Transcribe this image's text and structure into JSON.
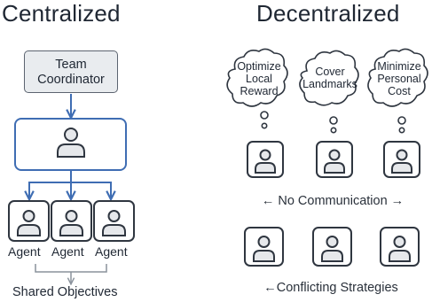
{
  "centralized": {
    "title": "Centralized",
    "coordinator_label": "Team\nCoordinator",
    "agents": [
      {
        "label": "Agent"
      },
      {
        "label": "Agent"
      },
      {
        "label": "Agent"
      }
    ],
    "objective_label": "Shared Objectives"
  },
  "decentralized": {
    "title": "Decentralized",
    "thoughts": [
      {
        "text": "Optimize\nLocal\nReward"
      },
      {
        "text": "Cover\nLandmarks"
      },
      {
        "text": "Minimize\nPersonal\nCost"
      }
    ],
    "no_communication_label": "← No Communication →",
    "conflicting_label": "←Conflicting Strategies"
  },
  "colors": {
    "accent_blue": "#3f6db3",
    "outline": "#2f3640",
    "icon_fill": "#e6e8eb",
    "arrow_gray": "#8a929c"
  }
}
